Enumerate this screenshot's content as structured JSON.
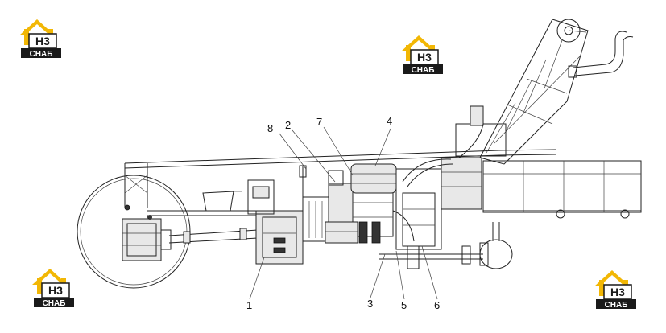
{
  "logo": {
    "top_text": "H3",
    "bottom_text": "СНАБ",
    "color_gold": "#f2b705",
    "color_dark": "#1a1a1a"
  },
  "callouts": [
    "1",
    "2",
    "3",
    "4",
    "5",
    "6",
    "7",
    "8"
  ]
}
